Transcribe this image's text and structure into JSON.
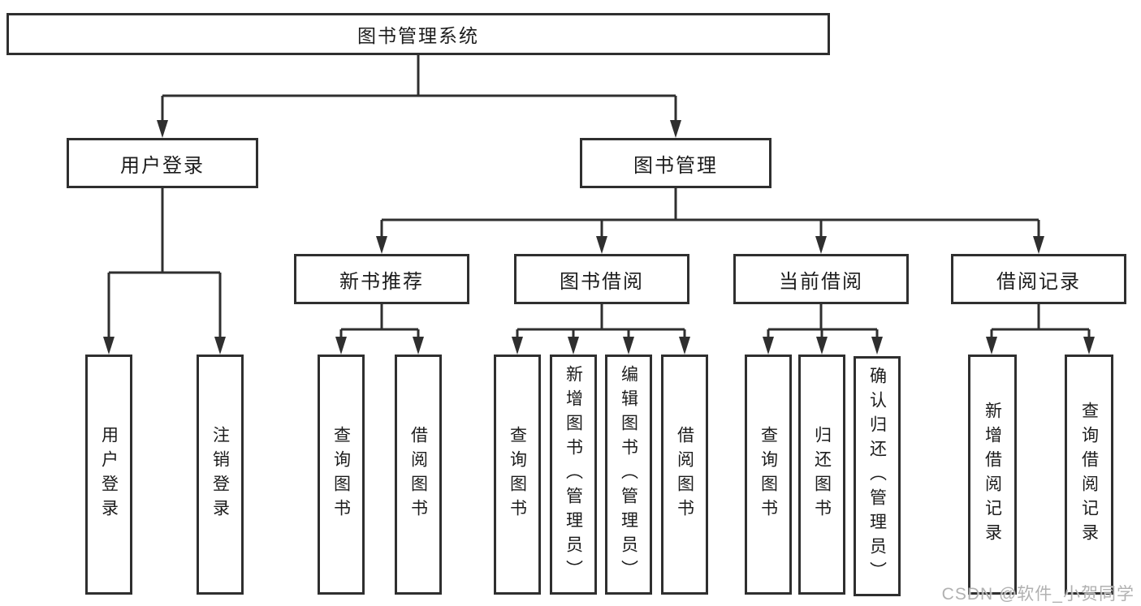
{
  "watermark": "CSDN @软件_小贺同学",
  "colors": {
    "line": "#2f2f2f",
    "box_border": "#2f2f2f",
    "box_background": "#ffffff",
    "text": "#1c1c1c",
    "watermark": "#a8a8a8"
  },
  "tree": {
    "label": "图书管理系统",
    "children": [
      {
        "label": "用户登录",
        "children": [
          {
            "label": "用户登录"
          },
          {
            "label": "注销登录"
          }
        ]
      },
      {
        "label": "图书管理",
        "children": [
          {
            "label": "新书推荐",
            "children": [
              {
                "label": "查询图书"
              },
              {
                "label": "借阅图书"
              }
            ]
          },
          {
            "label": "图书借阅",
            "children": [
              {
                "label": "查询图书"
              },
              {
                "label": "新增图书（管理员）"
              },
              {
                "label": "编辑图书（管理员）"
              },
              {
                "label": "借阅图书"
              }
            ]
          },
          {
            "label": "当前借阅",
            "children": [
              {
                "label": "查询图书"
              },
              {
                "label": "归还图书"
              },
              {
                "label": "确认归还（管理员）"
              }
            ]
          },
          {
            "label": "借阅记录",
            "children": [
              {
                "label": "新增借阅记录"
              },
              {
                "label": "查询借阅记录"
              }
            ]
          }
        ]
      }
    ]
  }
}
